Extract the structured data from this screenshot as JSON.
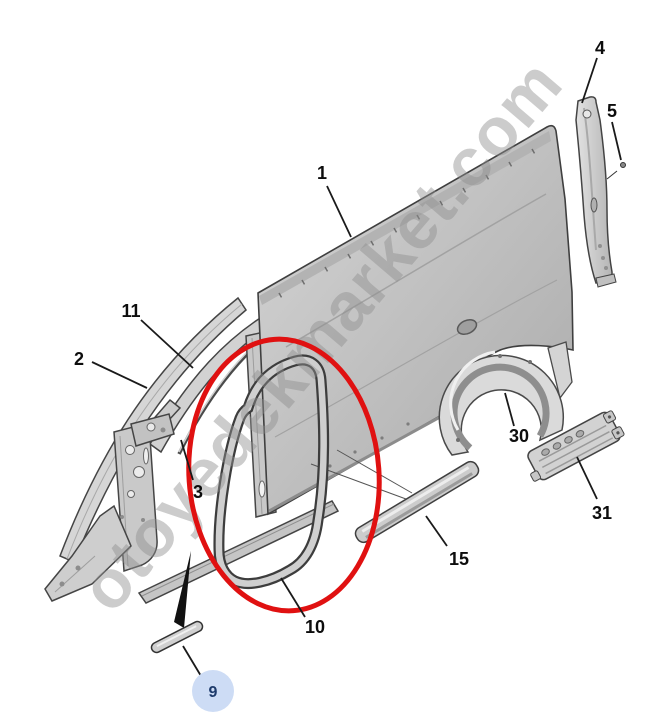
{
  "watermark": {
    "text": "otoyedekmarket.com",
    "color": "#8f8f8f"
  },
  "colors": {
    "highlight_red": "#e01111",
    "badge_fill": "#cddcf5",
    "badge_text": "#1d3a6b"
  },
  "labels": [
    {
      "text": "1"
    },
    {
      "text": "2"
    },
    {
      "text": "3"
    },
    {
      "text": "4"
    },
    {
      "text": "5"
    },
    {
      "text": "9"
    },
    {
      "text": "10"
    },
    {
      "text": "11"
    },
    {
      "text": "15"
    },
    {
      "text": "30"
    },
    {
      "text": "31"
    }
  ]
}
